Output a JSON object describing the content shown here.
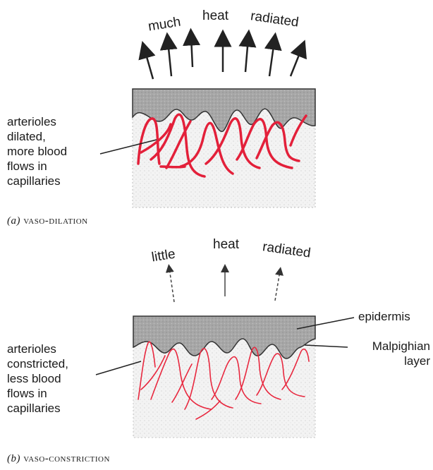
{
  "panel_a": {
    "words": [
      "much",
      "heat",
      "radiated"
    ],
    "label_lines": [
      "arterioles",
      "dilated,",
      "more blood",
      "flows in",
      "capillaries"
    ],
    "caption_letter": "(a)",
    "caption_text": "vaso-dilation"
  },
  "panel_b": {
    "words": [
      "little",
      "heat",
      "radiated"
    ],
    "label_lines": [
      "arterioles",
      "constricted,",
      "less blood",
      "flows in",
      "capillaries"
    ],
    "epidermis_label": "epidermis",
    "malpighian_label_lines": [
      "Malpighian",
      "layer"
    ],
    "caption_letter": "(b)",
    "caption_text": "vaso-constriction"
  },
  "colors": {
    "vessel_dilated": "#e3203a",
    "vessel_constricted": "#e8283f",
    "epidermis": "#a9a9a9",
    "dermis": "#f2f2f2"
  }
}
